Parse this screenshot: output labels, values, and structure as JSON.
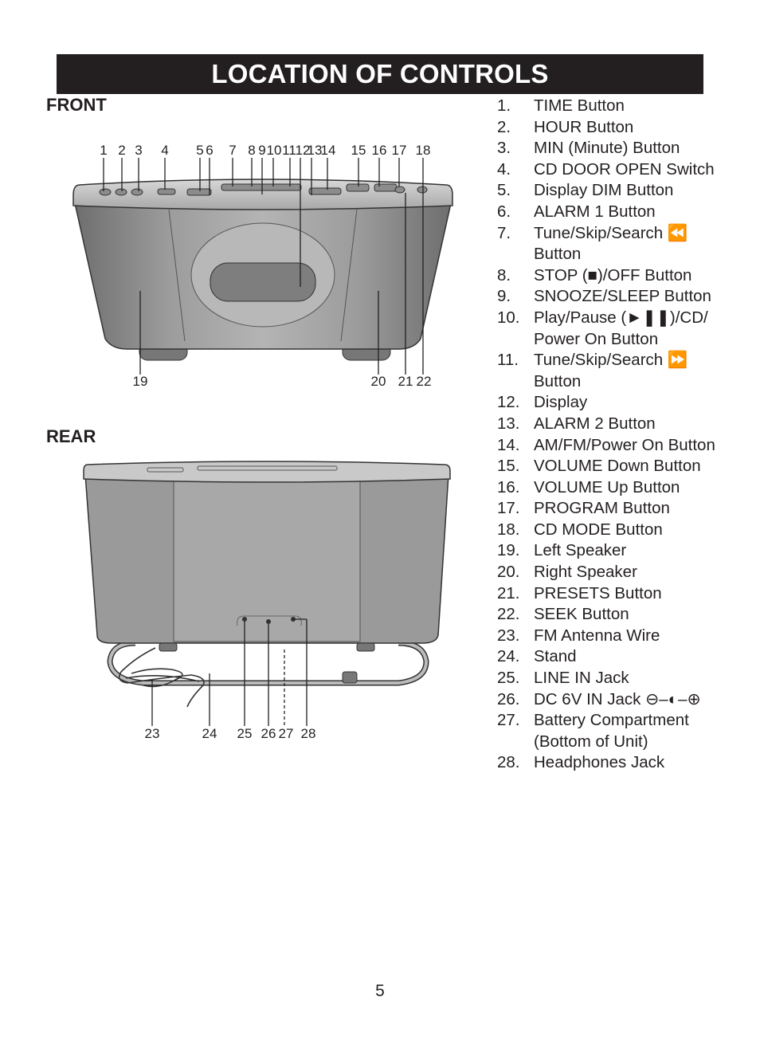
{
  "title": "LOCATION OF CONTROLS",
  "front_label": "FRONT",
  "rear_label": "REAR",
  "front_callouts": [
    "1",
    "2",
    "3",
    "4",
    "5",
    "6",
    "7",
    "8",
    "9",
    "10",
    "11",
    "12",
    "13",
    "14",
    "15",
    "16",
    "17",
    "18",
    "19",
    "20",
    "21",
    "22"
  ],
  "rear_callouts": [
    "23",
    "24",
    "25",
    "26",
    "27",
    "28"
  ],
  "controls": [
    {
      "num": "1.",
      "text": "TIME Button"
    },
    {
      "num": "2.",
      "text": "HOUR Button"
    },
    {
      "num": "3.",
      "text": "MIN (Minute) Button"
    },
    {
      "num": "4.",
      "text": "CD DOOR OPEN Switch"
    },
    {
      "num": "5.",
      "text": "Display DIM Button"
    },
    {
      "num": "6.",
      "text": "ALARM 1 Button"
    },
    {
      "num": "7.",
      "text": "Tune/Skip/Search ⏪ Button"
    },
    {
      "num": "8.",
      "text": "STOP (■)/OFF Button"
    },
    {
      "num": "9.",
      "text": "SNOOZE/SLEEP Button"
    },
    {
      "num": "10.",
      "text": "Play/Pause (►❚❚)/CD/ Power On Button"
    },
    {
      "num": "11.",
      "text": "Tune/Skip/Search ⏩ Button"
    },
    {
      "num": "12.",
      "text": "Display"
    },
    {
      "num": "13.",
      "text": "ALARM 2 Button"
    },
    {
      "num": "14.",
      "text": "AM/FM/Power On Button"
    },
    {
      "num": "15.",
      "text": "VOLUME Down Button"
    },
    {
      "num": "16.",
      "text": "VOLUME Up Button"
    },
    {
      "num": "17.",
      "text": "PROGRAM Button"
    },
    {
      "num": "18.",
      "text": "CD MODE Button"
    },
    {
      "num": "19.",
      "text": "Left Speaker"
    },
    {
      "num": "20.",
      "text": "Right Speaker"
    },
    {
      "num": "21.",
      "text": "PRESETS Button"
    },
    {
      "num": "22.",
      "text": "SEEK Button"
    },
    {
      "num": "23.",
      "text": "FM Antenna Wire"
    },
    {
      "num": "24.",
      "text": "Stand"
    },
    {
      "num": "25.",
      "text": "LINE IN Jack"
    },
    {
      "num": "26.",
      "text": "DC 6V IN Jack ⊖–◐–⊕"
    },
    {
      "num": "27.",
      "text": "Battery Compartment (Bottom of Unit)"
    },
    {
      "num": "28.",
      "text": "Headphones Jack"
    }
  ],
  "page_number": "5"
}
